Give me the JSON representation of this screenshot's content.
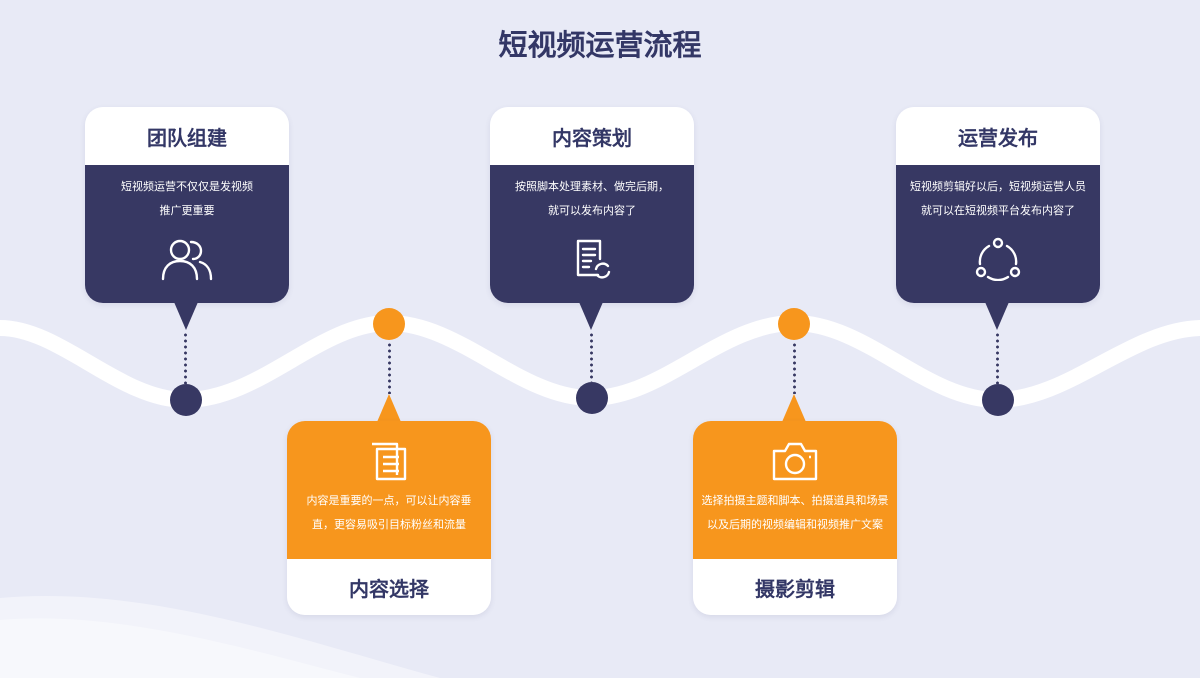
{
  "title": "短视频运营流程",
  "colors": {
    "navy": "#373863",
    "orange": "#f7961d",
    "background": "#e8eaf6",
    "white": "#ffffff"
  },
  "steps": [
    {
      "title": "团队组建",
      "desc_line1": "短视频运营不仅仅是发视频",
      "desc_line2": "推广更重要",
      "icon": "people-icon"
    },
    {
      "title": "内容选择",
      "desc_line1": "内容是重要的一点，可以让内容垂",
      "desc_line2": "直，更容易吸引目标粉丝和流量",
      "icon": "documents-icon"
    },
    {
      "title": "内容策划",
      "desc_line1": "按照脚本处理素材、做完后期，",
      "desc_line2": "就可以发布内容了",
      "icon": "script-refresh-icon"
    },
    {
      "title": "摄影剪辑",
      "desc_line1": "选择拍摄主题和脚本、拍摄道具和场景",
      "desc_line2": "以及后期的视频编辑和视频推广文案",
      "icon": "camera-icon"
    },
    {
      "title": "运营发布",
      "desc_line1": "短视频剪辑好以后，短视频运营人员",
      "desc_line2": "就可以在短视频平台发布内容了",
      "icon": "share-cycle-icon"
    }
  ]
}
